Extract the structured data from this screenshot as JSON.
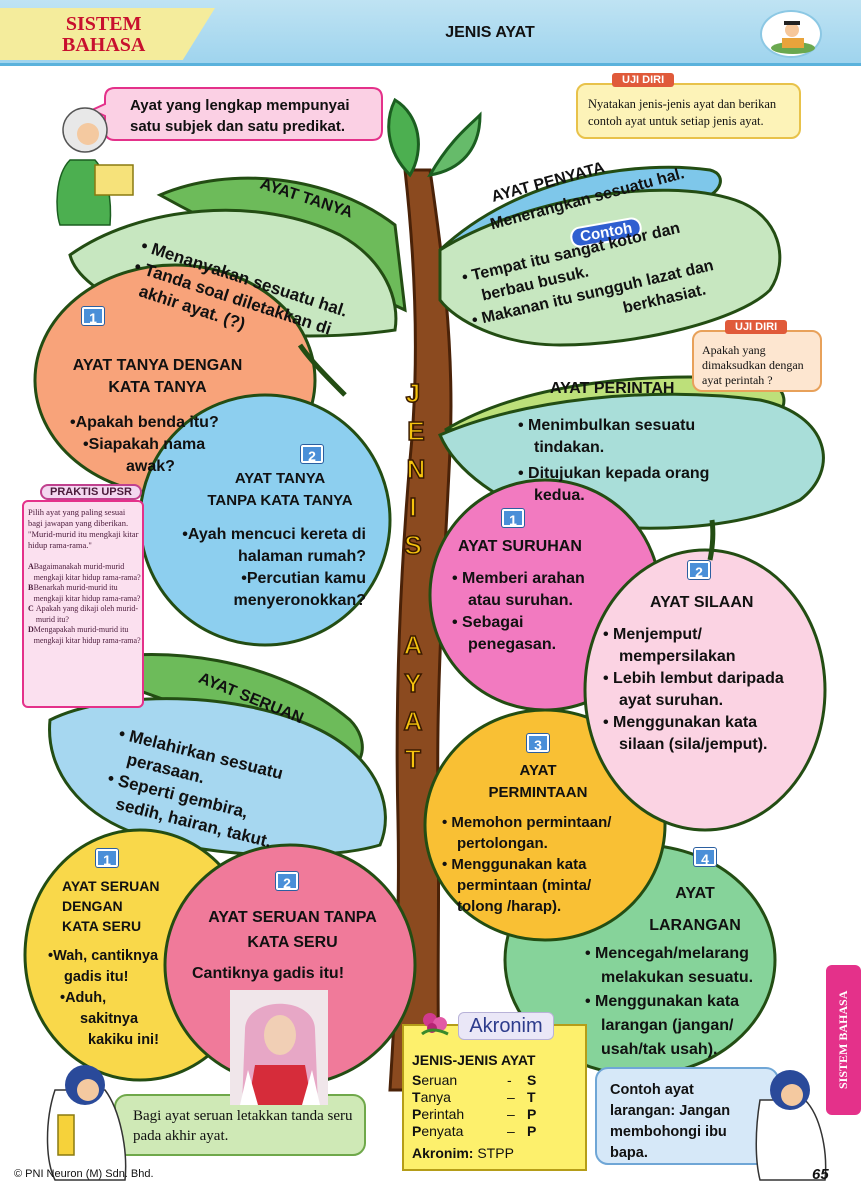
{
  "header": {
    "brand_line1": "SISTEM",
    "brand_line2": "BAHASA",
    "title": "JENIS AYAT"
  },
  "intro_bubble": "Ayat yang lengkap mempunyai satu subjek dan satu predikat.",
  "uji_diri_1": {
    "tag": "UJI DIRI",
    "text": "Nyatakan jenis-jenis ayat dan berikan contoh ayat untuk setiap jenis ayat."
  },
  "uji_diri_2": {
    "tag": "UJI DIRI",
    "text": "Apakah yang dimaksudkan dengan ayat perintah ?"
  },
  "stem_letters": [
    "J",
    "E",
    "N",
    "I",
    "S",
    "A",
    "Y",
    "A",
    "T"
  ],
  "ayat_tanya": {
    "title": "AYAT TANYA",
    "points": [
      "• Menanyakan sesuatu hal.",
      "• Tanda soal diletakkan di",
      "akhir ayat. (?)"
    ],
    "sub1": {
      "num": "1",
      "title_line1": "AYAT TANYA DENGAN",
      "title_line2": "KATA TANYA",
      "examples": [
        "•Apakah benda itu?",
        "•Siapakah nama",
        "awak?"
      ]
    },
    "sub2": {
      "num": "2",
      "title_line1": "AYAT TANYA",
      "title_line2": "TANPA KATA TANYA",
      "examples": [
        "•Ayah mencuci kereta di",
        "halaman rumah?",
        "•Percutian kamu",
        "menyeronokkan?"
      ]
    }
  },
  "ayat_penyata": {
    "title": "AYAT PENYATA",
    "desc": "Menerangkan sesuatu hal.",
    "contoh": "Contoh",
    "examples": [
      "• Tempat itu sangat kotor dan",
      "berbau busuk.",
      "• Makanan itu sungguh lazat dan",
      "berkhasiat."
    ]
  },
  "ayat_perintah": {
    "title": "AYAT PERINTAH",
    "points": [
      "• Menimbulkan sesuatu",
      "tindakan.",
      "• Ditujukan kepada orang",
      "kedua."
    ],
    "suruhan": {
      "num": "1",
      "title": "AYAT SURUHAN",
      "points": [
        "• Memberi arahan",
        "atau suruhan.",
        "• Sebagai",
        "penegasan."
      ]
    },
    "silaan": {
      "num": "2",
      "title": "AYAT SILAAN",
      "points": [
        "• Menjemput/",
        "mempersilakan",
        "• Lebih lembut daripada",
        "ayat suruhan.",
        "• Menggunakan kata",
        "silaan (sila/jemput)."
      ]
    },
    "permintaan": {
      "num": "3",
      "title_line1": "AYAT",
      "title_line2": "PERMINTAAN",
      "points": [
        "• Memohon permintaan/",
        "pertolongan.",
        "• Menggunakan kata",
        "permintaan (minta/",
        "tolong /harap)."
      ]
    },
    "larangan": {
      "num": "4",
      "title_line1": "AYAT",
      "title_line2": "LARANGAN",
      "points": [
        "• Mencegah/melarang",
        "melakukan sesuatu.",
        "• Menggunakan kata",
        "larangan (jangan/",
        "usah/tak usah)."
      ]
    }
  },
  "ayat_seruan": {
    "title": "AYAT SERUAN",
    "points": [
      "• Melahirkan sesuatu",
      "perasaan.",
      "• Seperti gembira,",
      "sedih, hairan, takut."
    ],
    "sub1": {
      "num": "1",
      "title_line1": "AYAT SERUAN",
      "title_line2": "DENGAN",
      "title_line3": "KATA SERU",
      "examples": [
        "•Wah, cantiknya",
        "gadis itu!",
        "•Aduh,",
        "sakitnya",
        "kakiku ini!"
      ]
    },
    "sub2": {
      "num": "2",
      "title_line1": "AYAT SERUAN TANPA",
      "title_line2": "KATA SERU",
      "example": "Cantiknya gadis itu!"
    }
  },
  "praktis": {
    "tag": "PRAKTIS UPSR",
    "question": "Pilih ayat yang paling sesuai bagi jawapan yang diberikan. \"Murid-murid itu mengkaji kitar hidup rama-rama.\"",
    "options": [
      {
        "letter": "A",
        "text": "Bagaimanakah murid-murid mengkaji kitar hidup rama-rama?"
      },
      {
        "letter": "B",
        "text": "Benarkah murid-murid itu mengkaji kitar hidup rama-rama?"
      },
      {
        "letter": "C",
        "text": "Apakah yang dikaji oleh murid-murid itu?"
      },
      {
        "letter": "D",
        "text": "Mengapakah murid-murid itu mengkaji kitar hidup rama-rama?"
      }
    ]
  },
  "akronim": {
    "title": "Akronim",
    "heading": "JENIS-JENIS AYAT",
    "rows": [
      {
        "first": "S",
        "rest": "eruan",
        "dash": "-",
        "letter": "S"
      },
      {
        "first": "T",
        "rest": "anya",
        "dash": "–",
        "letter": "T"
      },
      {
        "first": "P",
        "rest": "erintah",
        "dash": "–",
        "letter": "P"
      },
      {
        "first": "P",
        "rest": "enyata",
        "dash": "–",
        "letter": "P"
      }
    ],
    "footer_label": "Akronim:",
    "footer_value": "STPP"
  },
  "seruan_note": "Bagi ayat seruan letakkan tanda seru pada akhir ayat.",
  "larangan_note": "Contoh ayat larangan: Jangan membohongi ibu bapa.",
  "side_tab": "SISTEM BAHASA",
  "footer": {
    "copyright": "© PNI Neuron (M) Sdn. Bhd.",
    "page_number": "65"
  }
}
